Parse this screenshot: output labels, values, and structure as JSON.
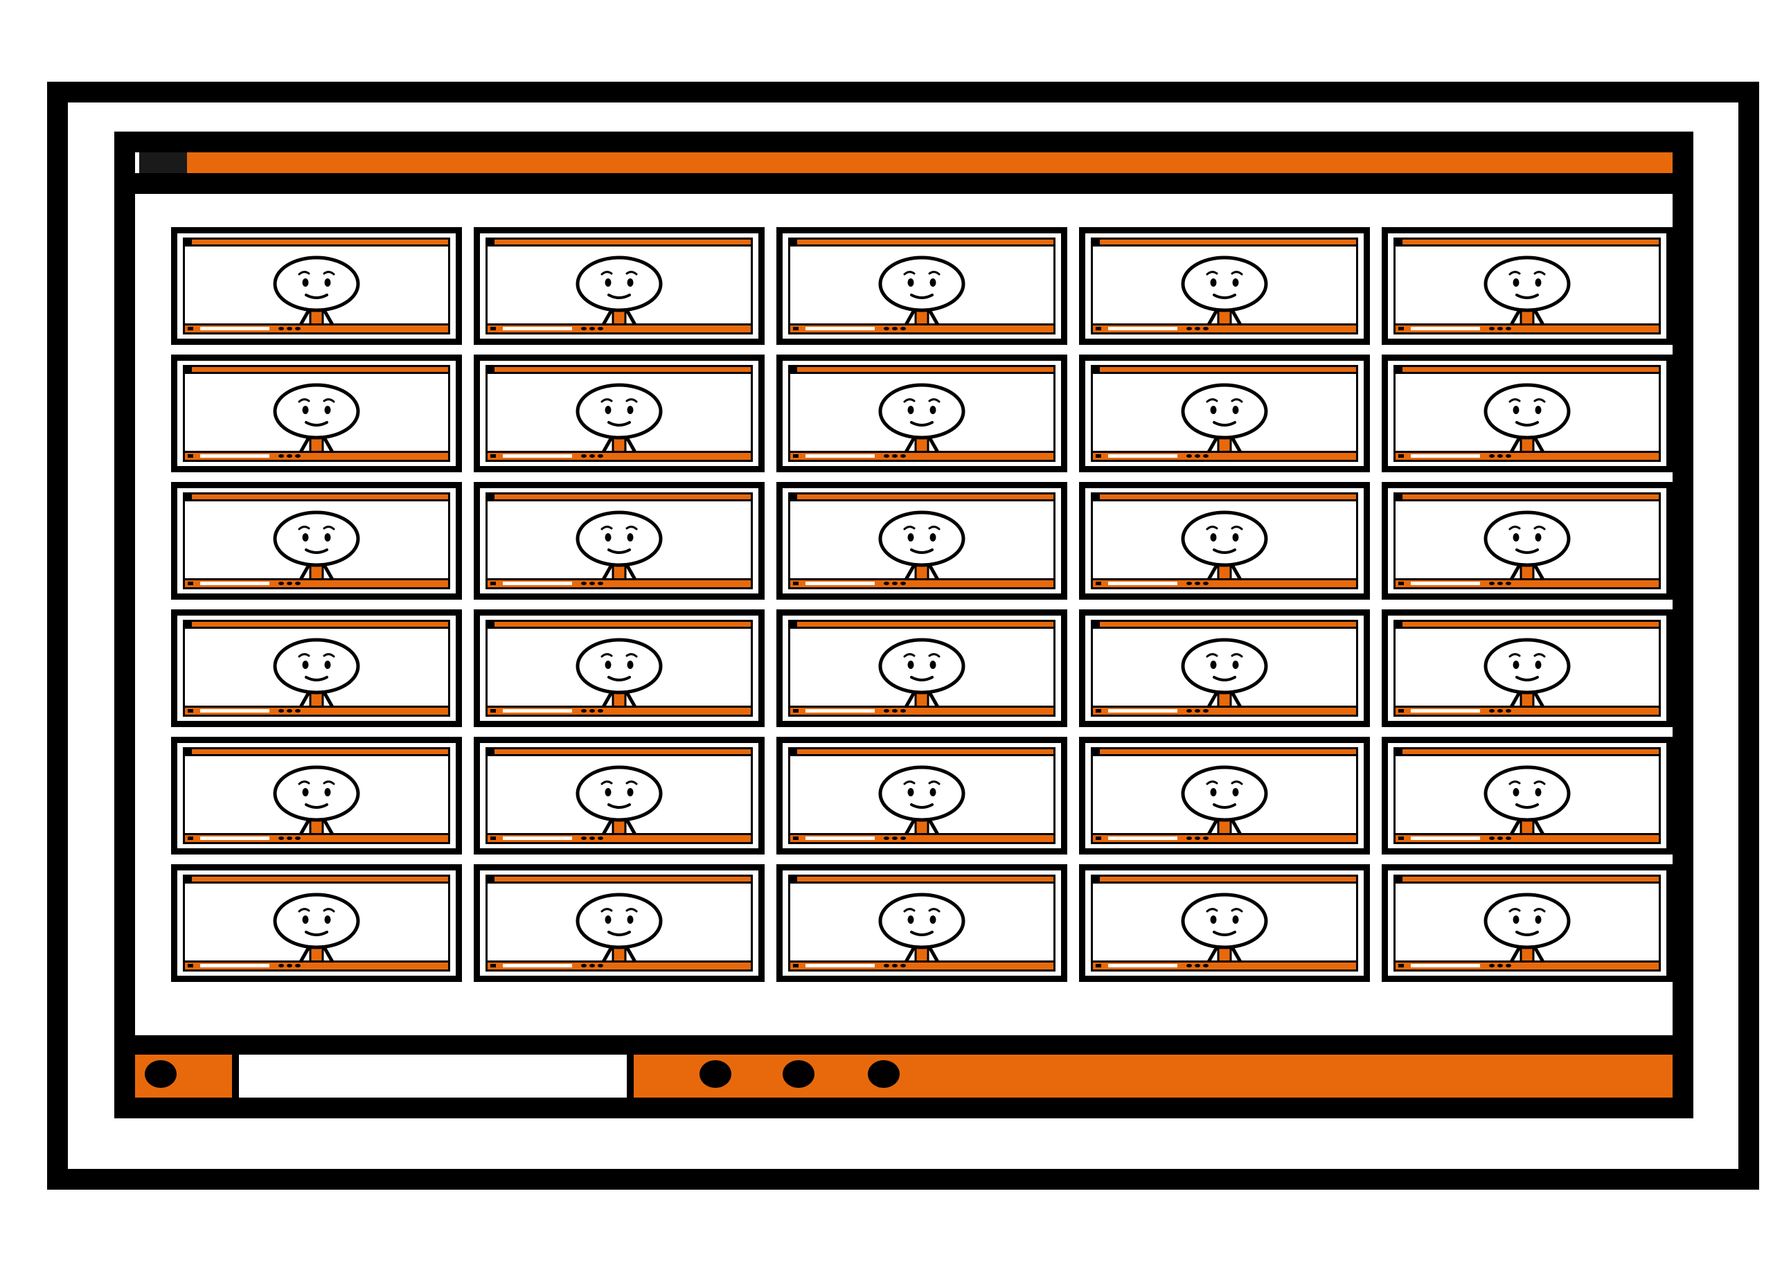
{
  "app": {
    "accent_color": "#e8690b",
    "outline_color": "#000000"
  },
  "window": {
    "title_icon": "window-menu-icon"
  },
  "gallery": {
    "rows": 6,
    "columns": 5,
    "tile_icon": "smiling-person-avatar-icon",
    "tile_count": 30
  },
  "toolbar": {
    "left_icon": "record-dot-icon",
    "input_placeholder": "",
    "buttons": [
      {
        "icon": "microphone-button-icon"
      },
      {
        "icon": "camera-button-icon"
      },
      {
        "icon": "leave-button-icon"
      }
    ]
  }
}
